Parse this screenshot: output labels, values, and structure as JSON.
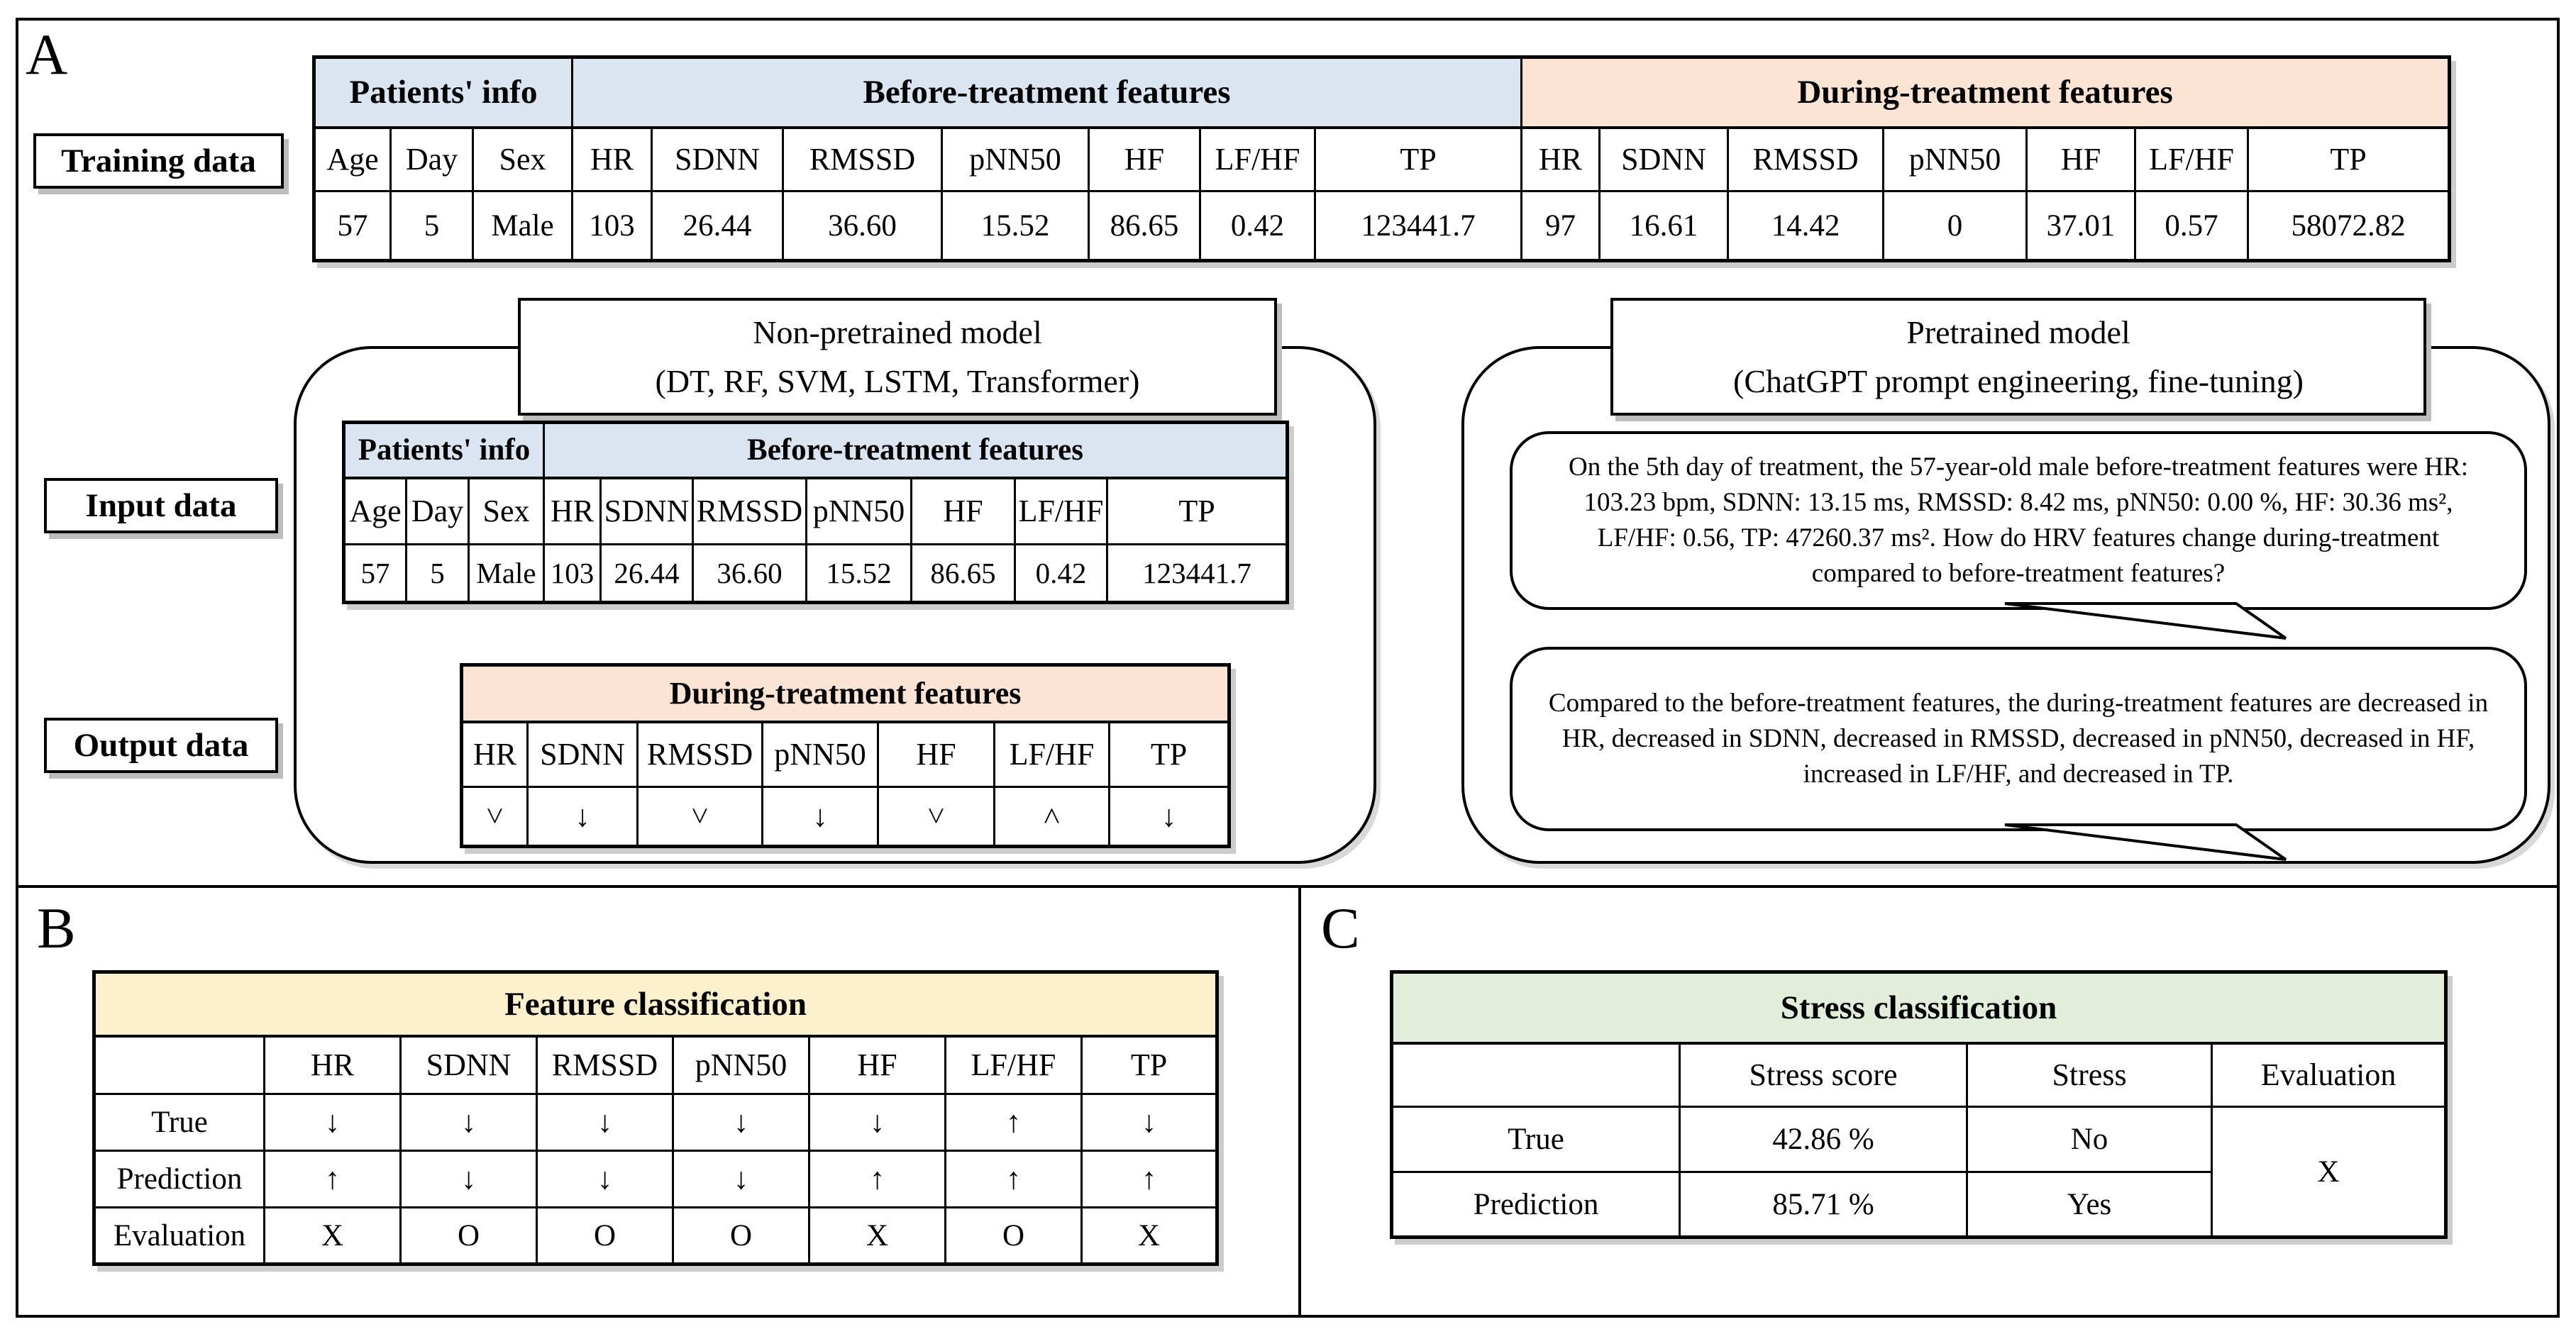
{
  "colors": {
    "patients_before_header": "#dbe5f1",
    "during_header": "#fce4d4",
    "feature_title": "#fdf0cd",
    "stress_title": "#e2eeda",
    "line": "#000000"
  },
  "panels": {
    "a": "A",
    "b": "B",
    "c": "C"
  },
  "training": {
    "label": "Training data",
    "group_headers": [
      "Patients' info",
      "Before-treatment features",
      "During-treatment features"
    ],
    "headers": [
      "Age",
      "Day",
      "Sex",
      "HR",
      "SDNN",
      "RMSSD",
      "pNN50",
      "HF",
      "LF/HF",
      "TP",
      "HR",
      "SDNN",
      "RMSSD",
      "pNN50",
      "HF",
      "LF/HF",
      "TP"
    ],
    "values": [
      "57",
      "5",
      "Male",
      "103",
      "26.44",
      "36.60",
      "15.52",
      "86.65",
      "0.42",
      "123441.7",
      "97",
      "16.61",
      "14.42",
      "0",
      "37.01",
      "0.57",
      "58072.82"
    ]
  },
  "left_flow": {
    "model_title": "Non-pretrained model",
    "model_subtitle": "(DT, RF, SVM, LSTM, Transformer)",
    "input_label": "Input data",
    "output_label": "Output data",
    "input_table": {
      "group_headers": [
        "Patients' info",
        "Before-treatment features"
      ],
      "headers": [
        "Age",
        "Day",
        "Sex",
        "HR",
        "SDNN",
        "RMSSD",
        "pNN50",
        "HF",
        "LF/HF",
        "TP"
      ],
      "values": [
        "57",
        "5",
        "Male",
        "103",
        "26.44",
        "36.60",
        "15.52",
        "86.65",
        "0.42",
        "123441.7"
      ]
    },
    "output_table": {
      "group_header": "During-treatment features",
      "headers": [
        "HR",
        "SDNN",
        "RMSSD",
        "pNN50",
        "HF",
        "LF/HF",
        "TP"
      ],
      "arrows": [
        "˅",
        "↓",
        "˅",
        "↓",
        "˅",
        "˄",
        "↓"
      ]
    }
  },
  "right_flow": {
    "model_title": "Pretrained model",
    "model_subtitle": "(ChatGPT prompt engineering, fine-tuning)",
    "prompt_text": "On the 5th day of treatment, the 57-year-old male before-treatment features were HR: 103.23 bpm, SDNN: 13.15 ms, RMSSD: 8.42 ms, pNN50: 0.00 %, HF: 30.36 ms², LF/HF: 0.56, TP: 47260.37 ms². How do HRV features change during-treatment compared to before-treatment features?",
    "response_text": "Compared to the before-treatment features, the during-treatment features are decreased in HR, decreased in SDNN, decreased in RMSSD, decreased in pNN50, decreased in HF, increased in LF/HF, and decreased in TP."
  },
  "feature_classification": {
    "title": "Feature classification",
    "column_headers": [
      "HR",
      "SDNN",
      "RMSSD",
      "pNN50",
      "HF",
      "LF/HF",
      "TP"
    ],
    "row_labels": [
      "True",
      "Prediction",
      "Evaluation"
    ],
    "true_values": [
      "↓",
      "↓",
      "↓",
      "↓",
      "↓",
      "↑",
      "↓"
    ],
    "prediction_values": [
      "↑",
      "↓",
      "↓",
      "↓",
      "↑",
      "↑",
      "↑"
    ],
    "evaluation_values": [
      "X",
      "O",
      "O",
      "O",
      "X",
      "O",
      "X"
    ]
  },
  "stress_classification": {
    "title": "Stress classification",
    "column_headers": [
      "Stress score",
      "Stress",
      "Evaluation"
    ],
    "row_labels": [
      "True",
      "Prediction"
    ],
    "true": {
      "score": "42.86 %",
      "stress": "No"
    },
    "prediction": {
      "score": "85.71 %",
      "stress": "Yes"
    },
    "evaluation": "X"
  }
}
